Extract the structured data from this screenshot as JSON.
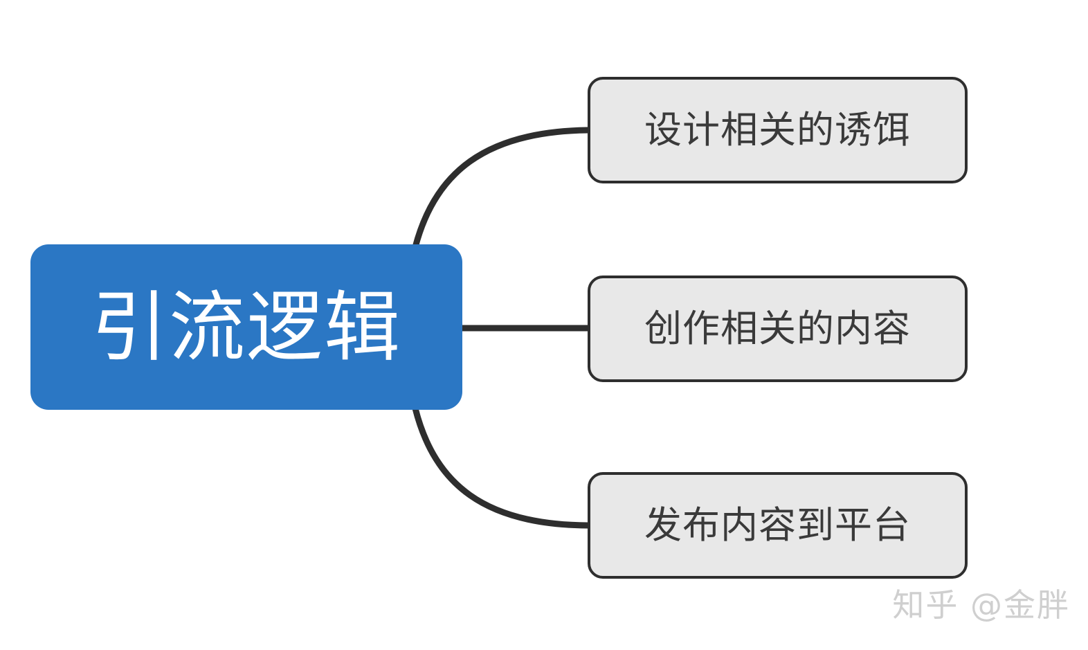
{
  "diagram": {
    "type": "mind-map",
    "orientation": "left-to-right",
    "background_color": "#ffffff",
    "root": {
      "label": "引流逻辑",
      "fill_color": "#2b77c4",
      "text_color": "#ffffff"
    },
    "branches": [
      {
        "label": "设计相关的诱饵",
        "fill_color": "#e8e8e8",
        "border_color": "#2e2e2e",
        "text_color": "#3a3a3a",
        "connector": "curve-up"
      },
      {
        "label": "创作相关的内容",
        "fill_color": "#e8e8e8",
        "border_color": "#2e2e2e",
        "text_color": "#3a3a3a",
        "connector": "straight"
      },
      {
        "label": "发布内容到平台",
        "fill_color": "#e8e8e8",
        "border_color": "#2e2e2e",
        "text_color": "#3a3a3a",
        "connector": "curve-down"
      }
    ],
    "connector_color": "#2e2e2e"
  },
  "watermark": {
    "text": "知乎 @金胖",
    "color": "#cfcfcf"
  }
}
